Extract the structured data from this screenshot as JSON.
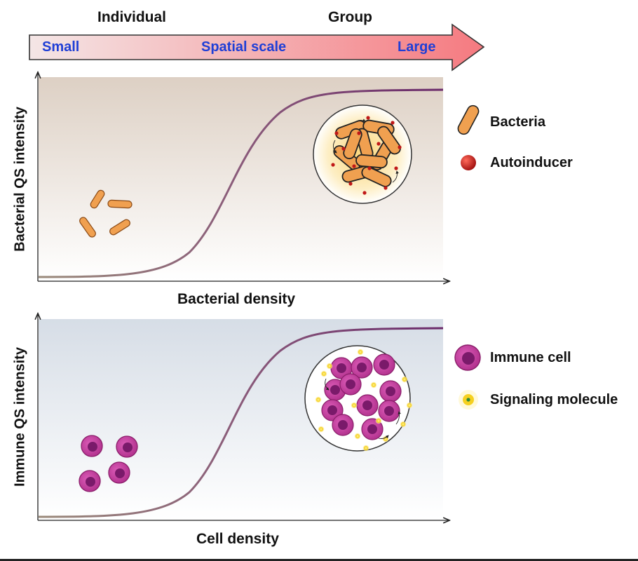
{
  "scale_arrow": {
    "individual_label": "Individual",
    "group_label": "Group",
    "small_label": "Small",
    "middle_label": "Spatial scale",
    "large_label": "Large",
    "gradient_start": "#f4e4e4",
    "gradient_end": "#f57a80"
  },
  "bacterial_panel": {
    "ylabel": "Bacterial QS intensity",
    "xlabel": "Bacterial density",
    "background_top": "#ddd0c4",
    "background_bottom": "#ffffff",
    "curve_color": "#7a3a7a"
  },
  "immune_panel": {
    "ylabel": "Immune QS intensity",
    "xlabel": "Cell density",
    "background_top": "#d6dde6",
    "background_bottom": "#ffffff"
  },
  "legend_top": {
    "items": [
      {
        "label": "Bacteria",
        "icon": "bacterium-icon",
        "color": "#f0a050"
      },
      {
        "label": "Autoinducer",
        "icon": "autoinducer-icon",
        "color": "#c01818"
      }
    ]
  },
  "legend_bottom": {
    "items": [
      {
        "label": "Immune cell",
        "icon": "immune-cell-icon",
        "color": "#c0399a"
      },
      {
        "label": "Signaling molecule",
        "icon": "signaling-molecule-icon",
        "color": "#f5d020"
      }
    ]
  }
}
